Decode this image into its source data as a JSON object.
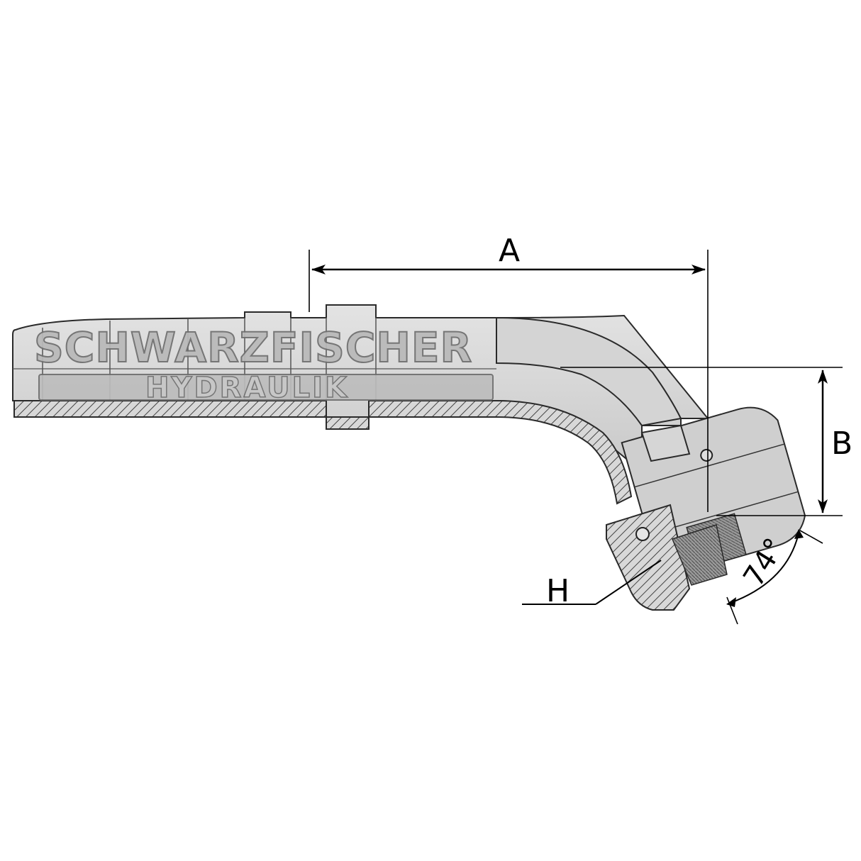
{
  "drawing": {
    "dimensions": {
      "a_label": "A",
      "b_label": "B",
      "h_label": "H",
      "angle_label": "74°"
    },
    "watermark": {
      "line1": "SCHWARZFISCHER",
      "line2": "HYDRAULIK"
    },
    "colors": {
      "body_fill": "#cfcfcf",
      "body_stroke": "#2a2a2a",
      "watermark_fill": "#b9b9b9",
      "watermark_stroke": "#6e6e6e",
      "dimension_lines": "#000000"
    }
  }
}
